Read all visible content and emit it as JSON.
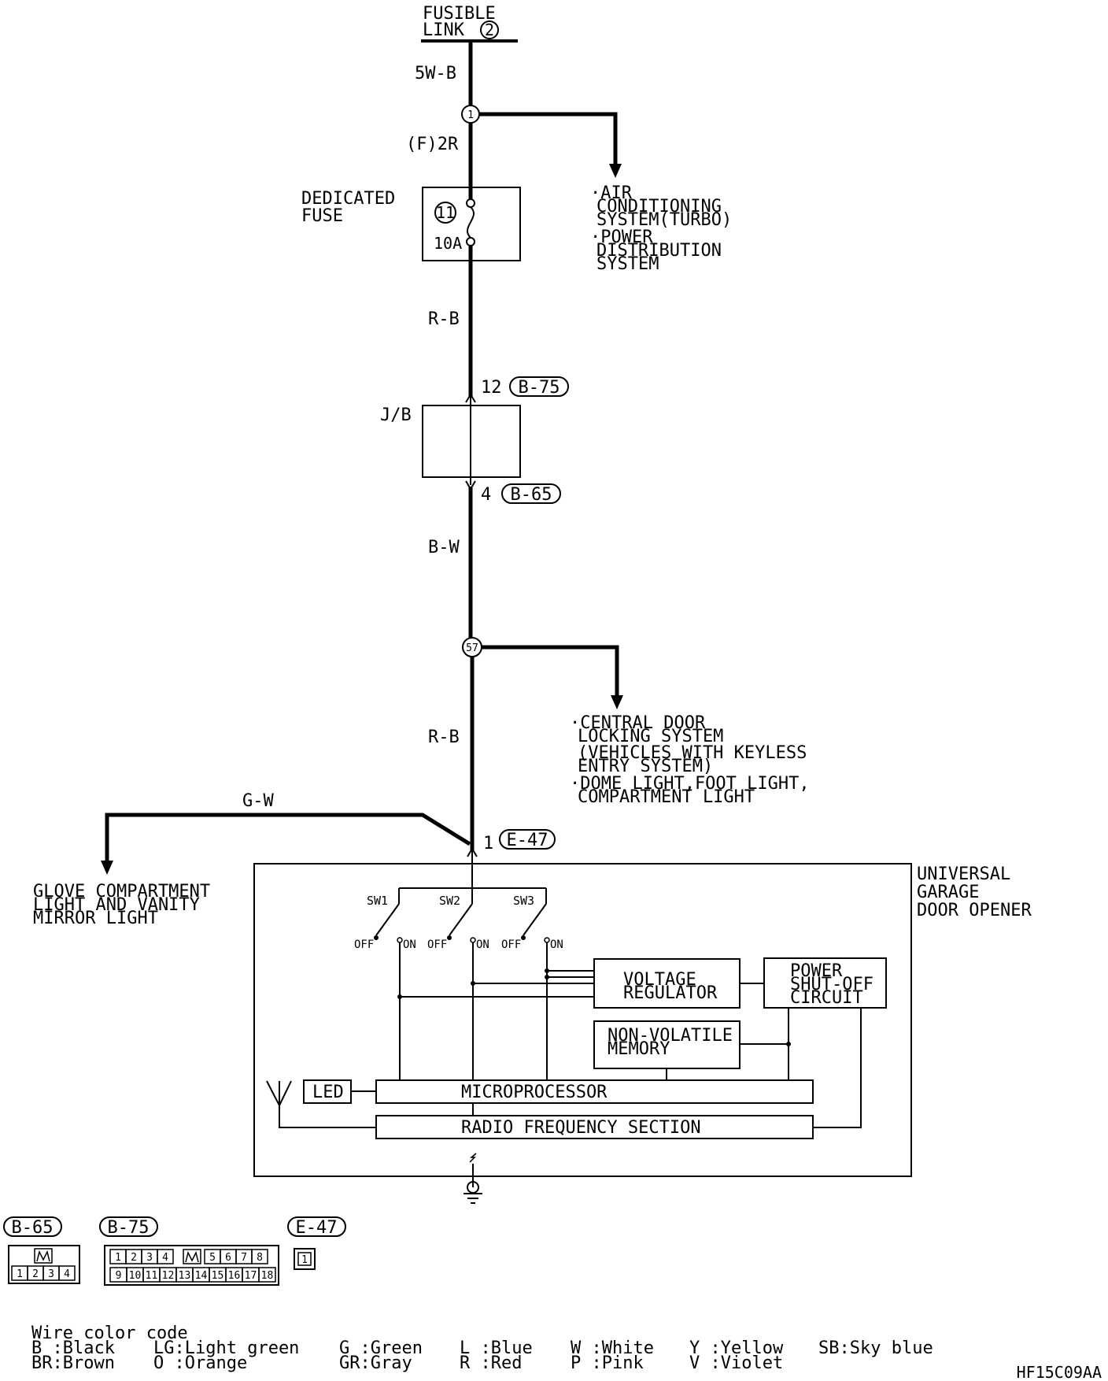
{
  "fusible_link": {
    "line1": "FUSIBLE",
    "line2": "LINK",
    "num": "2"
  },
  "wires": {
    "w1": "5W-B",
    "w2": "(F)2R",
    "w3": "R-B",
    "w4": "B-W",
    "w5": "R-B",
    "w6": "G-W"
  },
  "junctions": {
    "j1": "1",
    "j57": "57"
  },
  "fuse": {
    "label1": "DEDICATED",
    "label2": "FUSE",
    "num": "11",
    "rating": "10A"
  },
  "branch1": {
    "l1": "·AIR",
    "l2": "CONDITIONING",
    "l3": "SYSTEM(TURBO)",
    "l4": "·POWER",
    "l5": "DISTRIBUTION",
    "l6": "SYSTEM"
  },
  "jb": {
    "label": "J/B",
    "pin_top": "12",
    "conn_top": "B-75",
    "pin_bot": "4",
    "conn_bot": "B-65"
  },
  "branch2": {
    "l1": "·CENTRAL DOOR",
    "l2": "LOCKING SYSTEM",
    "l3": "(VEHICLES WITH KEYLESS",
    "l4": "ENTRY SYSTEM)",
    "l5": "·DOME LIGHT,FOOT LIGHT,",
    "l6": "COMPARTMENT LIGHT"
  },
  "e47": {
    "pin": "1",
    "conn": "E-47"
  },
  "glove": {
    "l1": "GLOVE COMPARTMENT",
    "l2": "LIGHT AND VANITY",
    "l3": "MIRROR LIGHT"
  },
  "ugdo": {
    "l1": "UNIVERSAL",
    "l2": "GARAGE",
    "l3": "DOOR OPENER"
  },
  "switches": {
    "sw1": "SW1",
    "sw2": "SW2",
    "sw3": "SW3",
    "off": "OFF",
    "on": "ON"
  },
  "blocks": {
    "vr1": "VOLTAGE",
    "vr2": "REGULATOR",
    "ps1": "POWER",
    "ps2": "SHUT-OFF",
    "ps3": "CIRCUIT",
    "nv1": "NON-VOLATILE",
    "nv2": "MEMORY",
    "led": "LED",
    "micro": "MICROPROCESSOR",
    "rf": "RADIO FREQUENCY SECTION"
  },
  "connectors": {
    "b65": {
      "name": "B-65",
      "pins": [
        "1",
        "2",
        "3",
        "4"
      ]
    },
    "b75": {
      "name": "B-75",
      "top": [
        "1",
        "2",
        "3",
        "4",
        "5",
        "6",
        "7",
        "8"
      ],
      "bottom": [
        "9",
        "10",
        "11",
        "12",
        "13",
        "14",
        "15",
        "16",
        "17",
        "18"
      ]
    },
    "e47": {
      "name": "E-47",
      "pin": "1"
    }
  },
  "color_code": {
    "title": "Wire color code",
    "row1": [
      "B :Black",
      "LG:Light green",
      "G :Green",
      "L :Blue",
      "W :White",
      "Y :Yellow",
      "SB:Sky blue"
    ],
    "row2": [
      "BR:Brown",
      "O :Orange",
      "GR:Gray",
      "R :Red",
      "P :Pink",
      "V :Violet"
    ]
  },
  "figure_code": "HF15C09AA"
}
